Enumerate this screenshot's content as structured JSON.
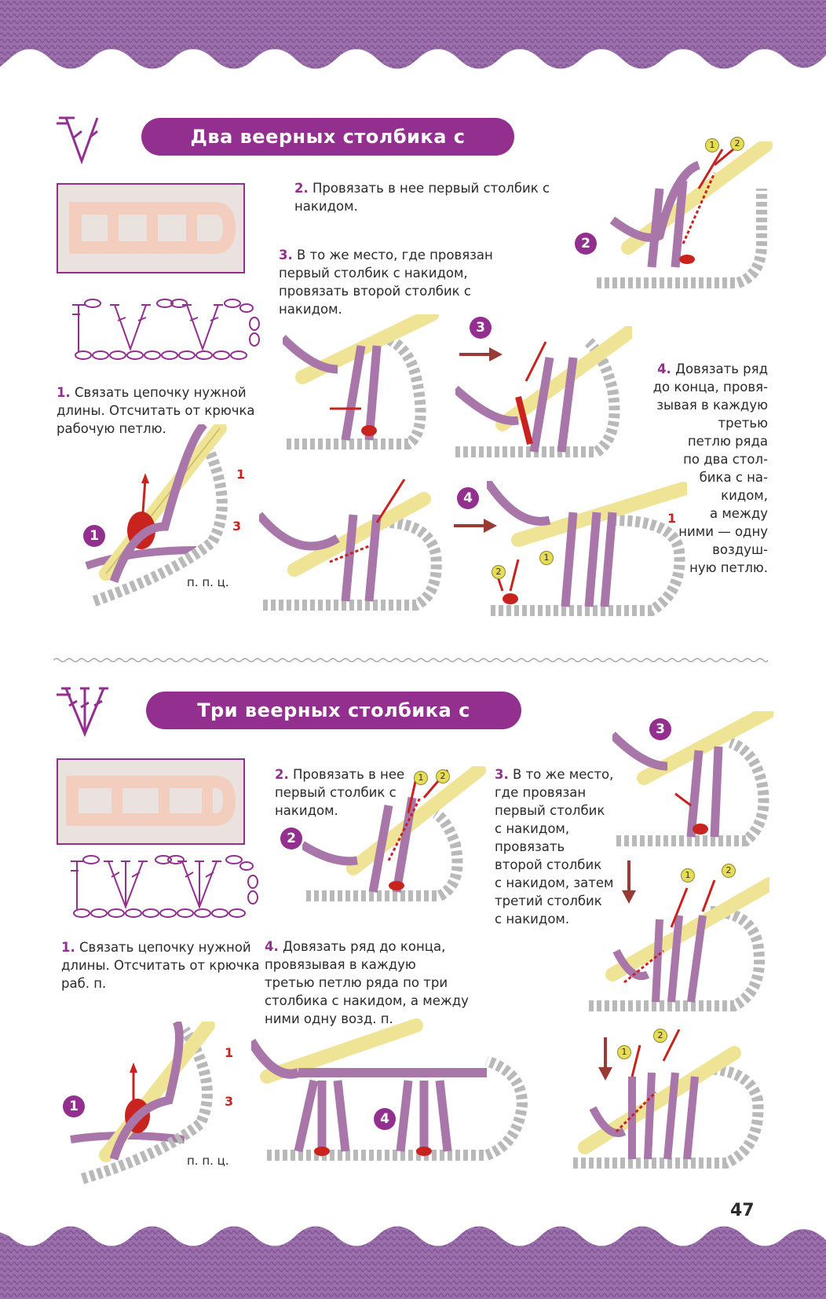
{
  "page_number": "47",
  "colors": {
    "accent": "#93308f",
    "yarn": "#a876a8",
    "hook": "#f4eb9c",
    "arrow": "#c8231f"
  },
  "section1": {
    "title": "Два веерных столбика с накидом",
    "step1_num": "1.",
    "step1_text": "Связать цепочку нужной длины. Отсчитать от крючка рабочую  петлю.",
    "step2_num": "2.",
    "step2_text": "Провязать в нее первый столбик с накидом.",
    "step3_num": "3.",
    "step3_text": "В то же место, где провязан первый столбик с  накидом, провязать второй столбик с накидом.",
    "step4_num": "4.",
    "step4_lines": [
      "Довязать ряд",
      "до конца, провя-",
      "зывая в каждую",
      "третью",
      "петлю ряда",
      "по два стол-",
      "бика с на-",
      "кидом,",
      "а между",
      "ними — одну",
      "воздуш-",
      "ную петлю."
    ],
    "badges": [
      "1",
      "2",
      "3",
      "4"
    ],
    "labels": {
      "ppc": "п. п. ц.",
      "l1": "1",
      "l3": "3",
      "l1b": "1",
      "c1": "1",
      "c2": "2"
    }
  },
  "section2": {
    "title": "Три веерных столбика с накидом",
    "step1_num": "1.",
    "step1_text": "Связать цепочку нужной длины. Отсчитать от крючка раб. п.",
    "step2_num": "2.",
    "step2_text": "Провязать в нее первый столбик с накидом.",
    "step3_num": "3.",
    "step3_lines": [
      "В то же место,",
      "где провязан",
      "первый столбик",
      "с накидом,",
      "провязать",
      "второй столбик",
      "с накидом, затем",
      "третий столбик",
      "с накидом."
    ],
    "step4_num": "4.",
    "step4_text": "Довязать ряд до конца, провязывая в каждую третью петлю ряда по три столбика с накидом, а между ними одну возд. п.",
    "badges": [
      "1",
      "2",
      "3",
      "4"
    ],
    "labels": {
      "ppc": "п. п. ц.",
      "l1": "1",
      "l3": "3",
      "c1": "1",
      "c2": "2"
    }
  }
}
